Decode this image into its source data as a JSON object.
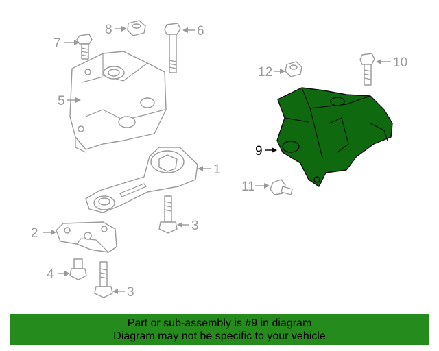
{
  "callouts": {
    "c1": "1",
    "c2": "2",
    "c3a": "3",
    "c3b": "3",
    "c4": "4",
    "c5": "5",
    "c6": "6",
    "c7": "7",
    "c8": "8",
    "c9": "9",
    "c10": "10",
    "c11": "11",
    "c12": "12"
  },
  "highlight": {
    "part": "9",
    "color": "#0f6a0f"
  },
  "footer": {
    "line1": "Part or sub-assembly is #9 in diagram",
    "line2": "Diagram may not be specific to your vehicle",
    "color": "#258b1c"
  }
}
